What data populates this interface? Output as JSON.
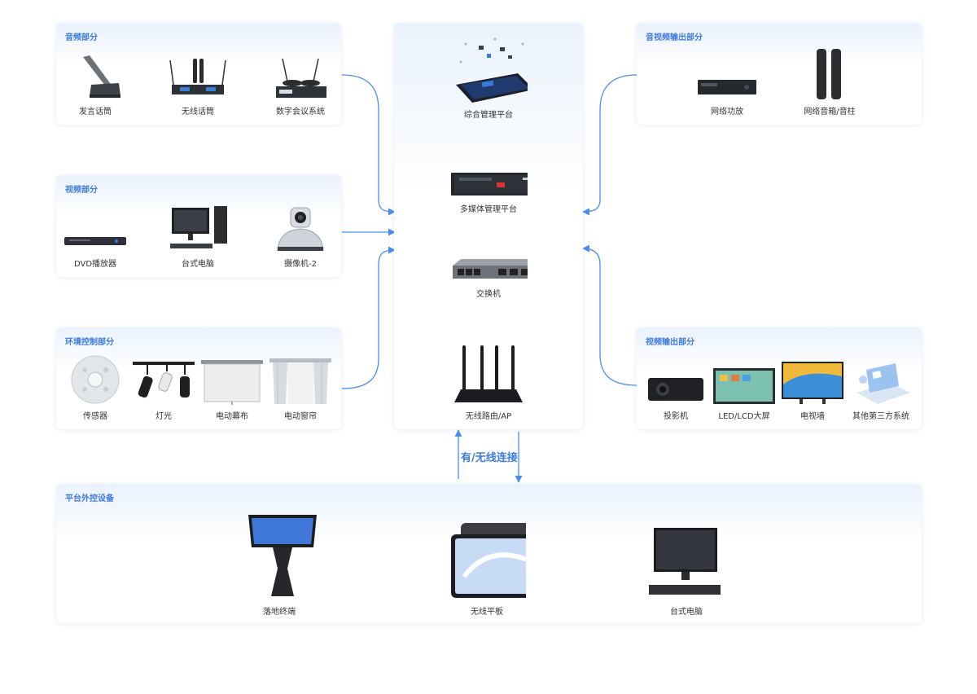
{
  "panels": {
    "audio": {
      "title": "音频部分",
      "items": [
        "发言话筒",
        "无线话筒",
        "数字会议系统"
      ]
    },
    "video": {
      "title": "视频部分",
      "items": [
        "DVD播放器",
        "台式电脑",
        "摄像机-2"
      ]
    },
    "env": {
      "title": "环境控制部分",
      "items": [
        "传感器",
        "灯光",
        "电动幕布",
        "电动窗帘"
      ]
    },
    "av_out": {
      "title": "音视频输出部分",
      "items": [
        "网络功放",
        "网络音箱/音柱"
      ]
    },
    "video_out": {
      "title": "视频输出部分",
      "items": [
        "投影机",
        "LED/LCD大屏",
        "电视墙",
        "其他第三方系统"
      ]
    },
    "center": {
      "items": [
        "综合管理平台",
        "多媒体管理平台",
        "交换机",
        "无线路由/AP"
      ]
    },
    "external": {
      "title": "平台外控设备",
      "items": [
        "落地终端",
        "无线平板",
        "台式电脑"
      ]
    }
  },
  "connection_label": "有/无线连接",
  "colors": {
    "accent": "#3c7be0",
    "arrow": "#4a8df0",
    "panel_top": "#eaf2fd"
  }
}
